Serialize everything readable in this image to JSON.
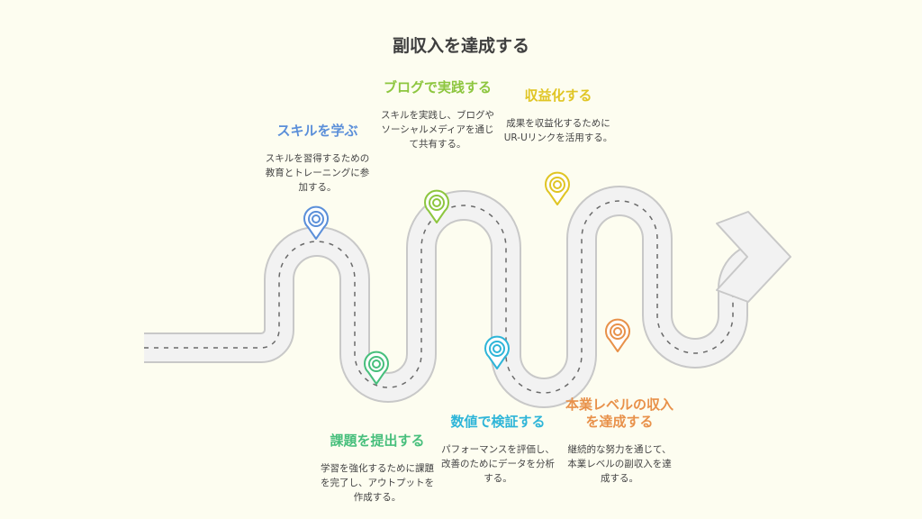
{
  "diagram": {
    "title": "副収入を達成する",
    "steps": [
      {
        "title": "スキルを学ぶ",
        "description": "スキルを習得するための教育とトレーニングに参加する。",
        "color": "#5b8fd9",
        "icon": "location-pin-icon"
      },
      {
        "title": "課題を提出する",
        "description": "学習を強化するために課題を完了し、アウトプットを作成する。",
        "color": "#47bf7c",
        "icon": "location-pin-icon"
      },
      {
        "title": "ブログで実践する",
        "description": "スキルを実践し、ブログやソーシャルメディアを通じて共有する。",
        "color": "#8dc63f",
        "icon": "location-pin-icon"
      },
      {
        "title": "数値で検証する",
        "description": "パフォーマンスを評価し、改善のためにデータを分析する。",
        "color": "#2eb5d8",
        "icon": "location-pin-icon"
      },
      {
        "title": "収益化する",
        "description": "成果を収益化するためにUR-Uリンクを活用する。",
        "color": "#e0c524",
        "icon": "location-pin-icon"
      },
      {
        "title": "本業レベルの収入を達成する",
        "description": "継続的な努力を通じて、本業レベルの副収入を達成する。",
        "color": "#e8914a",
        "icon": "location-pin-icon"
      }
    ]
  }
}
